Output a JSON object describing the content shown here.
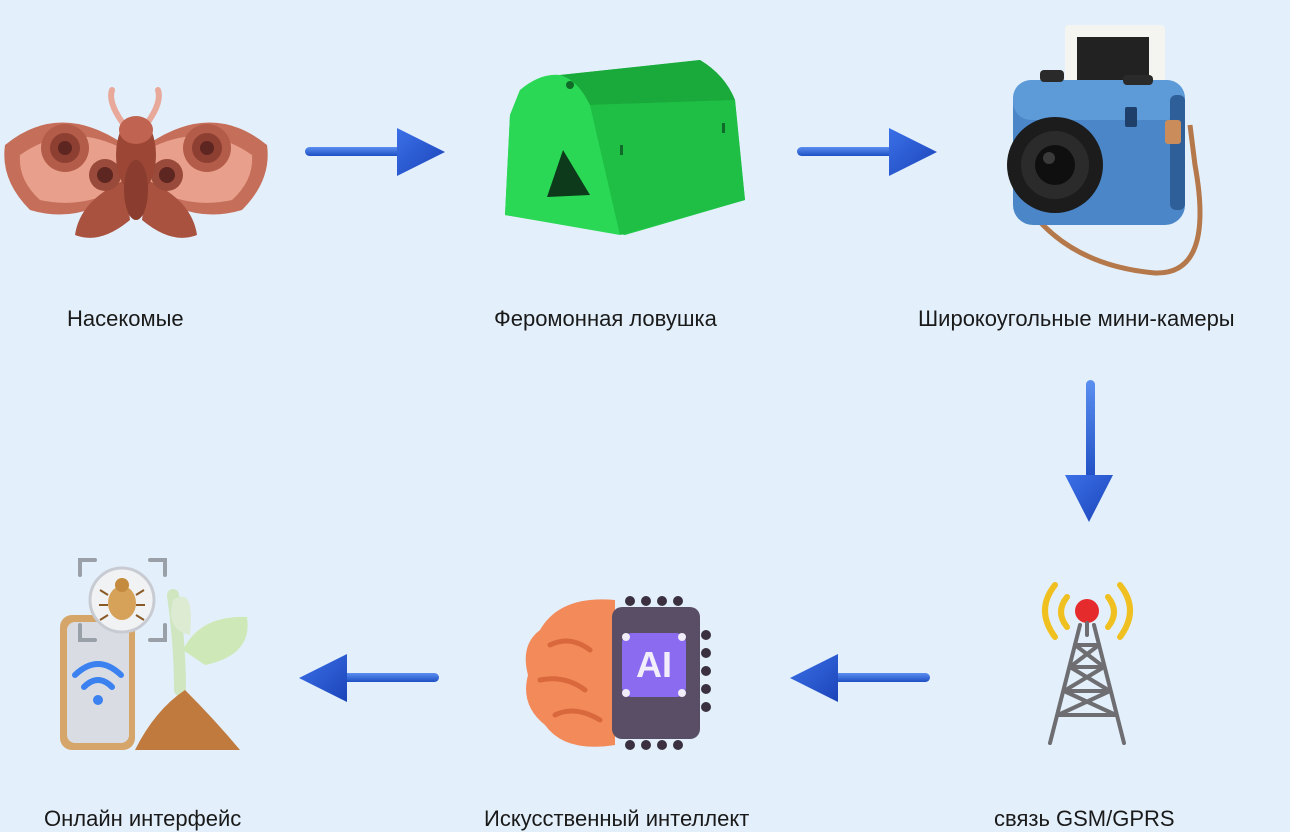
{
  "diagram": {
    "nodes": [
      {
        "id": "insects",
        "label": "Насекомые",
        "icon": "moth-icon"
      },
      {
        "id": "trap",
        "label": "Феромонная ловушка",
        "icon": "pheromone-trap-icon"
      },
      {
        "id": "cameras",
        "label": "Широкоугольные мини-камеры",
        "icon": "camera-icon"
      },
      {
        "id": "gsm",
        "label": "связь GSM/GPRS",
        "icon": "radio-tower-icon"
      },
      {
        "id": "ai",
        "label": "Искусственный интеллект",
        "icon": "ai-brain-chip-icon"
      },
      {
        "id": "interface",
        "label": "Онлайн интерфейс",
        "icon": "phone-bug-scan-icon"
      }
    ],
    "edges": [
      {
        "from": "insects",
        "to": "trap"
      },
      {
        "from": "trap",
        "to": "cameras"
      },
      {
        "from": "cameras",
        "to": "gsm"
      },
      {
        "from": "gsm",
        "to": "ai"
      },
      {
        "from": "ai",
        "to": "interface"
      }
    ],
    "ai_chip_text": "AI",
    "colors": {
      "background": "#e3f0fb",
      "arrow": "#2f63d8",
      "trap": "#22c94a",
      "camera": "#4a86c8",
      "moth": "#b3604a"
    }
  }
}
